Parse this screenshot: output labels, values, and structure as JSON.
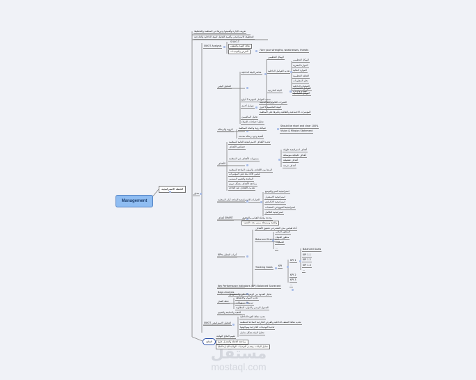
{
  "root": {
    "label": "Management"
  },
  "main_branch": {
    "label": "الخطة الاستراتيجية"
  },
  "hub": {
    "label": "محاور"
  },
  "top_notes": [
    "تعريف الإدارة وأهميتها ودورها في المنظمة والتخطيط",
    "التخطيط الاستراتيجي وأهمية التحليل للبيئة الداخلية والخارجية"
  ],
  "swot": {
    "label": "SWOT Analysis",
    "children": [
      "S.W.O.T",
      "نقاط القوة والضعف",
      "الفرص والتهديدات",
      "Are your strengths, weaknesses, threats?"
    ]
  },
  "branches": [
    {
      "label": "التحليل البيئي",
      "children": [
        {
          "label": "عناصر البيئة الداخلية",
          "children": [
            "الهيكل التنظيمي",
            "الموارد البشرية",
            "الموارد المالية",
            "الثقافة التنظيمية",
            "نظم المعلومات",
            "العمليات الداخلية",
            "القيادة والإدارة"
          ]
        },
        {
          "label": "البيئة الخارجية",
          "children": [
            "العوامل الاقتصادية",
            "العوامل السياسية"
          ]
        },
        {
          "label": "تحديد العوامل المؤثرة في المنظمة"
        },
        {
          "label": "عوامل أخرى",
          "children": [
            "التغيرات التكنولوجية الحديثة",
            "البيئة التنافسية 5 قوى",
            "المؤشرات الاجتماعية والثقافية وتأثيرها على المنظمة"
          ]
        },
        {
          "label": "تحليل المنافسين"
        },
        {
          "label": "تحليل احتياجات العملاء"
        }
      ]
    },
    {
      "label": "الرؤية والرسالة",
      "children": [
        {
          "label": "صياغة رؤية واضحة للمنظمة",
          "children": [
            "Should be short and clear 100%",
            "Vision & Mission Statement"
          ]
        },
        {
          "label": "أهمية وجود رسالة محددة"
        }
      ]
    },
    {
      "label": "الأهداف",
      "children": [
        {
          "label": "تحديد الأهداف الاستراتيجية العامة للمنظمة"
        },
        {
          "label": "خصائص الأهداف"
        },
        {
          "label": "مستويات الأهداف في المنظمة",
          "children": [
            "أهداف استراتيجية طويلة",
            "أهداف تكتيكية متوسطة",
            "أهداف تشغيلية",
            "أهداف فردية"
          ]
        },
        {
          "label": "الربط بين الأهداف والموارد المتاحة للمنظمة"
        },
        {
          "label": "قياس الأداء بناء على المؤشرات"
        },
        {
          "label": "المتابعة والتقييم المستمر"
        },
        {
          "label": "مراجعة الأهداف بشكل دوري"
        },
        {
          "label": "تحديث الأهداف عند الحاجة"
        },
        {
          "label": "الأولويات"
        }
      ]
    },
    {
      "label": "الخيارات الاستراتيجية المتاحة أمام المنظمة",
      "children": [
        "استراتيجية النمو والتوسع",
        "استراتيجية الاستقرار",
        "استراتيجية الانكماش",
        "استراتيجية التنويع في المنتجات",
        "استراتيجية التكامل"
      ]
    },
    {
      "label": "SMART أهداف",
      "children": [
        "محددة وقابلة للقياس والتحقيق",
        "واقعية ومرتبطة بزمن محدد للتنفيذ"
      ]
    },
    {
      "label": "أدوات التحليل KPIs",
      "children": [
        {
          "label": "أداة لقياس مدى التقدم في تحقيق الأهداف",
          "children": []
        },
        {
          "label": "Balanced Scorecard",
          "children": [
            "المنظور المالي",
            "منظور العملاء",
            "العمليات",
            "..."
          ]
        },
        {
          "label": "Tracking Goals",
          "children": [
            {
              "label": "KPI 1",
              "children": [
                "Balanced Goals",
                "KPI 1.1",
                "KPI 1.2",
                "KPI 1.3",
                "..."
              ]
            },
            {
              "label": "KPI 2"
            },
            {
              "label": "KPI 3"
            },
            {
              "label": "..."
            }
          ]
        }
      ]
    },
    {
      "label": "Key Performance Indicators (KPI) Balanced Scorecard"
    },
    {
      "label": "Bags Analysis",
      "children": [
        "تحليل الفجوة بين الوضع الحالي والمستهدف"
      ]
    },
    {
      "label": "خطة العمل",
      "children": [
        "تحديد المهام والأنشطة",
        "توزيع المسؤوليات",
        "الجدول الزمني والموارد المطلوبة"
      ]
    },
    {
      "label": "التنفيذ والمتابعة والتقييم"
    },
    {
      "label": "التحليل الاستراتيجي SWOT",
      "children": [
        "تحديد نقاط القوة الداخلية",
        "تحديد نقاط الضعف الداخلية والفرص الخارجية المتاحة للمنظمة",
        "تحديد التهديدات الخارجية ومواجهتها",
        "تحليل البيئة بشكل شامل"
      ]
    }
  ],
  "selected_node": {
    "label": "النتائج",
    "children": [
      "تقييم النتائج النهائية",
      "مراجعة الخطة والتعديل عليها",
      "تحليل البيانات وتقديم التوصيات النهائية للإدارة العليا"
    ]
  },
  "watermark": {
    "arabic": "مستقل",
    "latin": "mostaql.com"
  },
  "colors": {
    "root_fill": "#8fbdf2",
    "root_border": "#4f7fc0",
    "selection": "#2b4fa8",
    "connector": "#8a8a8a",
    "toggle": "#a9bde8",
    "background": "#f0f2f7"
  }
}
